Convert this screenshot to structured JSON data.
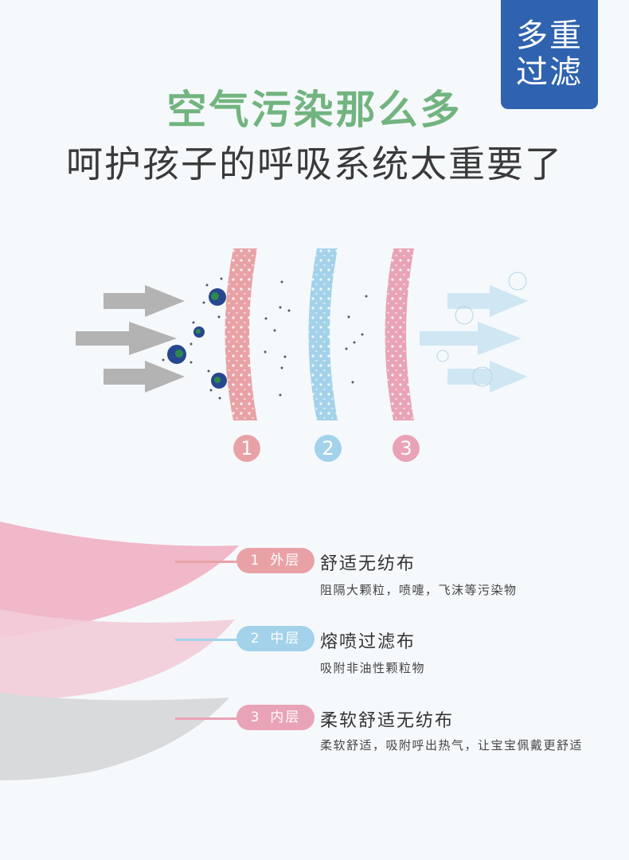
{
  "badge": {
    "line1": "多重",
    "line2": "过滤",
    "color": "#2f63b0"
  },
  "headline": {
    "title": "空气污染那么多",
    "subtitle": "呵护孩子的呼吸系统太重要了",
    "title_color": "#72b47f"
  },
  "diagram": {
    "layers": [
      {
        "number": "1",
        "color": "#e8a2a6"
      },
      {
        "number": "2",
        "color": "#a3d2ea"
      },
      {
        "number": "3",
        "color": "#e9a3b7"
      }
    ],
    "incoming_arrow_color": "#b3b3b3",
    "outgoing_arrow_color": "#cfe6f3"
  },
  "layers": [
    {
      "badge_number": "1",
      "badge_label": "外层",
      "name": "舒适无纺布",
      "description": "阻隔大颗粒，喷嚏，飞沫等污染物",
      "color": "#e8a2a6"
    },
    {
      "badge_number": "2",
      "badge_label": "中层",
      "name": "熔喷过滤布",
      "description": "吸附非油性颗粒物",
      "color": "#a3d2ea"
    },
    {
      "badge_number": "3",
      "badge_label": "内层",
      "name": "柔软舒适无纺布",
      "description": "柔软舒适，吸附呼出热气，让宝宝佩戴更舒适",
      "color": "#e9a3b7"
    }
  ]
}
